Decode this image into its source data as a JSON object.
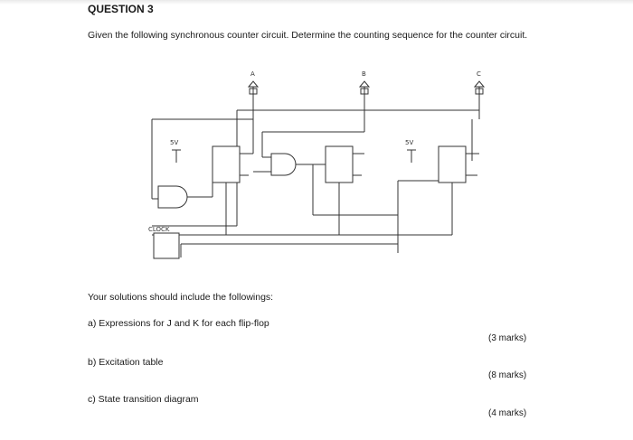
{
  "question": {
    "title": "QUESTION 3",
    "prompt": "Given the following synchronous counter circuit. Determine the counting sequence for the counter circuit."
  },
  "circuit": {
    "outputs": [
      "A",
      "B",
      "C"
    ],
    "supply_label": "5V",
    "clock_label": "CLOCK"
  },
  "solutions": {
    "intro": "Your solutions should include the followings:",
    "items": [
      {
        "label": "a)  Expressions for J and K for each flip-flop",
        "marks": "(3 marks)"
      },
      {
        "label": "b)  Excitation table",
        "marks": "(8 marks)"
      },
      {
        "label": "c)  State transition diagram",
        "marks": "(4 marks)"
      }
    ]
  }
}
